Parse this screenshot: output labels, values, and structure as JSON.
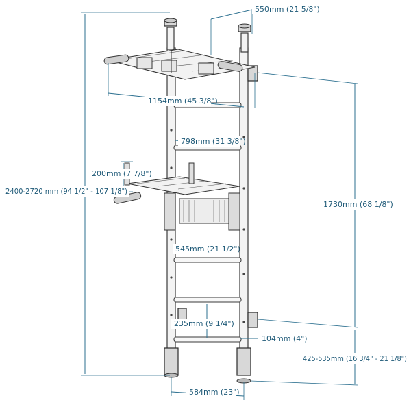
{
  "dimensions": {
    "top_depth": "550mm (21 5/8\")",
    "pullup_width": "1154mm (45 3/8\")",
    "inner_width": "798mm (31 3/8\")",
    "handle_length": "200mm (7 7/8\")",
    "total_height": "2400-2720 mm (94 1/2\" - 107 1/8\")",
    "ladder_height": "1730mm (68 1/8\")",
    "dip_width": "545mm (21 1/2\")",
    "rung_spacing": "235mm (9 1/4\")",
    "wall_offset": "104mm (4\")",
    "base_height": "425-535mm (16 3/4\" - 21 1/8\")",
    "base_width": "584mm (23\")"
  },
  "colors": {
    "dimension": "#2b6f8f",
    "frame": "#3a3a3a"
  }
}
